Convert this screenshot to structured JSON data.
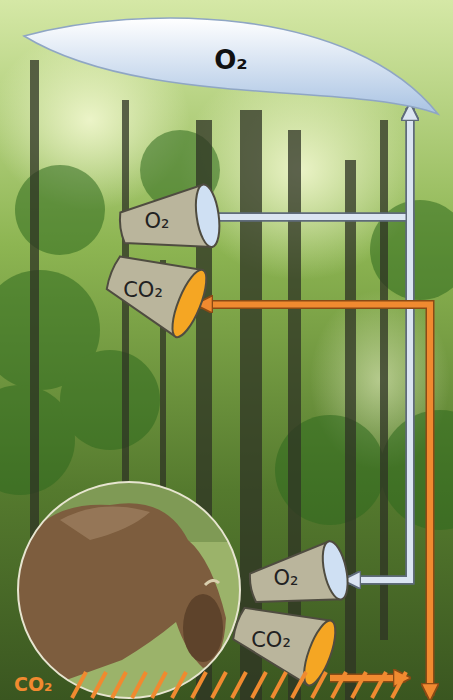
{
  "diagram": {
    "nodes": [
      {
        "text": [
          "O₂"
        ]
      },
      {
        "text": [
          "O₂"
        ]
      },
      {
        "text": [
          "CO₂"
        ]
      },
      {
        "text": [
          "O₂"
        ]
      },
      {
        "text": [
          "CO₂"
        ]
      },
      {
        "text": [
          "CO₂"
        ]
      }
    ],
    "edges": [
      {
        "from": 1,
        "to": 0,
        "arrow": "to"
      },
      {
        "from": 1,
        "to": 3,
        "arrow": "to"
      },
      {
        "from": 0,
        "to": 3,
        "arrow": "both"
      },
      {
        "from": 5,
        "to": 2,
        "arrow": "both"
      },
      {
        "from": 4,
        "to": 5,
        "arrow": "to"
      }
    ]
  }
}
